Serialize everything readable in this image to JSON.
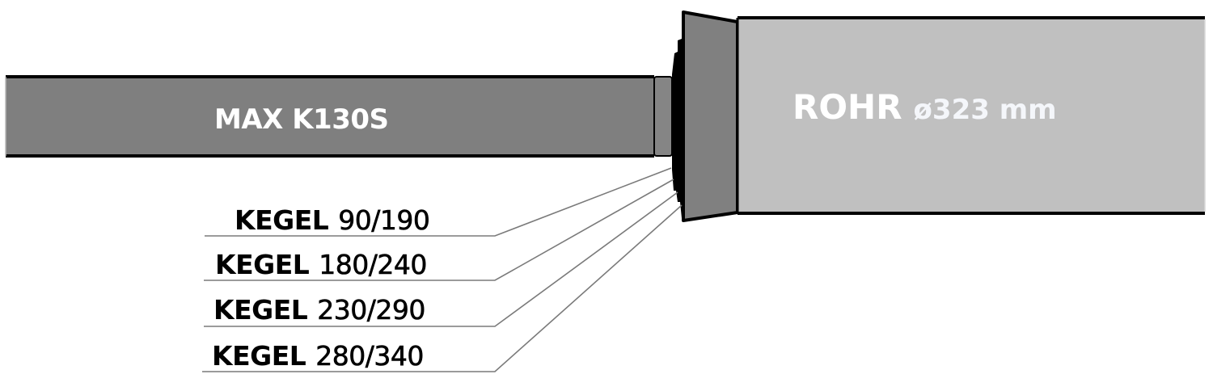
{
  "colors": {
    "rod_fill": "#7f7f7f",
    "cone_fill": "#808080",
    "pipe_fill": "#c0c0c0",
    "outline": "#000000",
    "leader_line": "#7a7a7a",
    "label_dark": "#000000",
    "label_light": "#ffffff"
  },
  "rod": {
    "label": "MAX K130S"
  },
  "pipe": {
    "label": "ROHR",
    "diameter_label": "ø323 mm"
  },
  "cones": [
    {
      "word": "KEGEL",
      "size": "90/190"
    },
    {
      "word": "KEGEL",
      "size": "180/240"
    },
    {
      "word": "KEGEL",
      "size": "230/290"
    },
    {
      "word": "KEGEL",
      "size": "280/340"
    }
  ]
}
